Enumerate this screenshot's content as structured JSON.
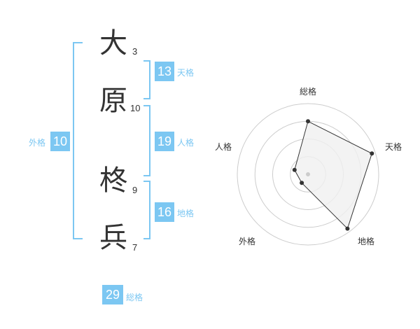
{
  "name": {
    "chars": [
      {
        "char": "大",
        "strokes": "3"
      },
      {
        "char": "原",
        "strokes": "10"
      },
      {
        "char": "柊",
        "strokes": "9"
      },
      {
        "char": "兵",
        "strokes": "7"
      }
    ]
  },
  "fortunes": {
    "tenkaku": {
      "value": "13",
      "label": "天格"
    },
    "jinkaku": {
      "value": "19",
      "label": "人格"
    },
    "chikaku": {
      "value": "16",
      "label": "地格"
    },
    "gaikaku": {
      "value": "10",
      "label": "外格"
    },
    "soukaku": {
      "value": "29",
      "label": "総格"
    }
  },
  "chart_data": {
    "type": "radar",
    "axes": [
      "総格",
      "天格",
      "地格",
      "外格",
      "人格"
    ],
    "values": [
      0.75,
      0.95,
      0.95,
      0.15,
      0.2
    ],
    "max": 1,
    "rings": 4,
    "colors": {
      "fill": "#f0f0f0",
      "stroke": "#333333",
      "grid": "#cccccc",
      "accent": "#7cc7f2"
    }
  }
}
